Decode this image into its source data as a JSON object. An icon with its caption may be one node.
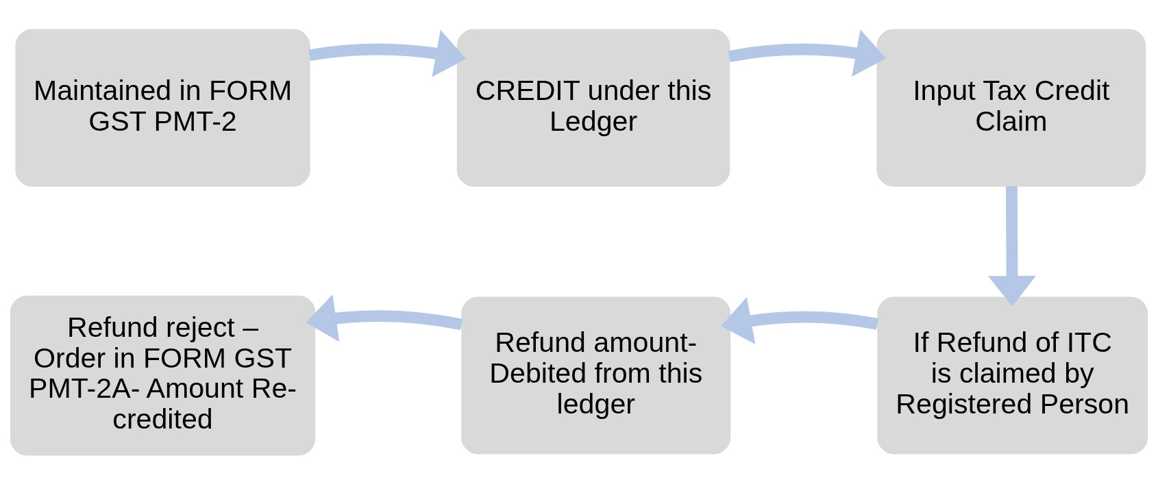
{
  "diagram": {
    "nodes": [
      {
        "text": [
          "Maintained in FORM GST PMT-2"
        ]
      },
      {
        "text": [
          "CREDIT under this Ledger"
        ]
      },
      {
        "text": [
          "Input Tax Credit Claim"
        ]
      },
      {
        "text": [
          "If Refund of ITC is claimed by Registered Person"
        ]
      },
      {
        "text": [
          "Refund amount- Debited from this ledger"
        ]
      },
      {
        "text": [
          "Refund reject – Order in FORM GST PMT-2A- Amount Re-credited"
        ]
      }
    ],
    "edges": [
      {
        "from": 0,
        "to": 1,
        "arrow": "to"
      },
      {
        "from": 1,
        "to": 2,
        "arrow": "to"
      },
      {
        "from": 2,
        "to": 3,
        "arrow": "to"
      },
      {
        "from": 3,
        "to": 4,
        "arrow": "to"
      },
      {
        "from": 4,
        "to": 5,
        "arrow": "to"
      }
    ]
  }
}
